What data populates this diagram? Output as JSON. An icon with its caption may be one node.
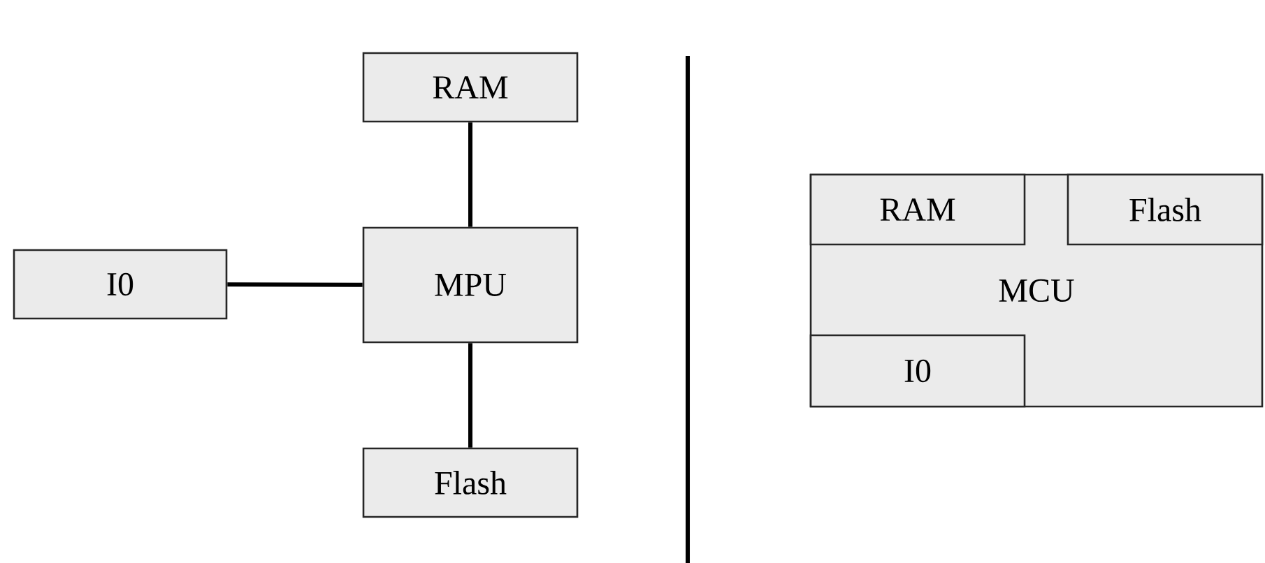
{
  "diagram": {
    "nodes": [
      {
        "text": [
          "RAM"
        ]
      },
      {
        "text": [
          "MPU"
        ]
      },
      {
        "text": [
          "I0"
        ]
      },
      {
        "text": [
          "Flash"
        ]
      },
      {
        "text": [
          "MCU"
        ]
      },
      {
        "text": [
          "RAM"
        ],
        "in": 4
      },
      {
        "text": [
          "Flash"
        ],
        "in": 4
      },
      {
        "text": [
          "I0"
        ],
        "in": 4
      }
    ],
    "edges": [
      {
        "from": 1,
        "to": 0,
        "arrow": "none"
      },
      {
        "from": 2,
        "to": 1,
        "arrow": "none"
      },
      {
        "from": 1,
        "to": 3,
        "arrow": "none"
      }
    ]
  }
}
